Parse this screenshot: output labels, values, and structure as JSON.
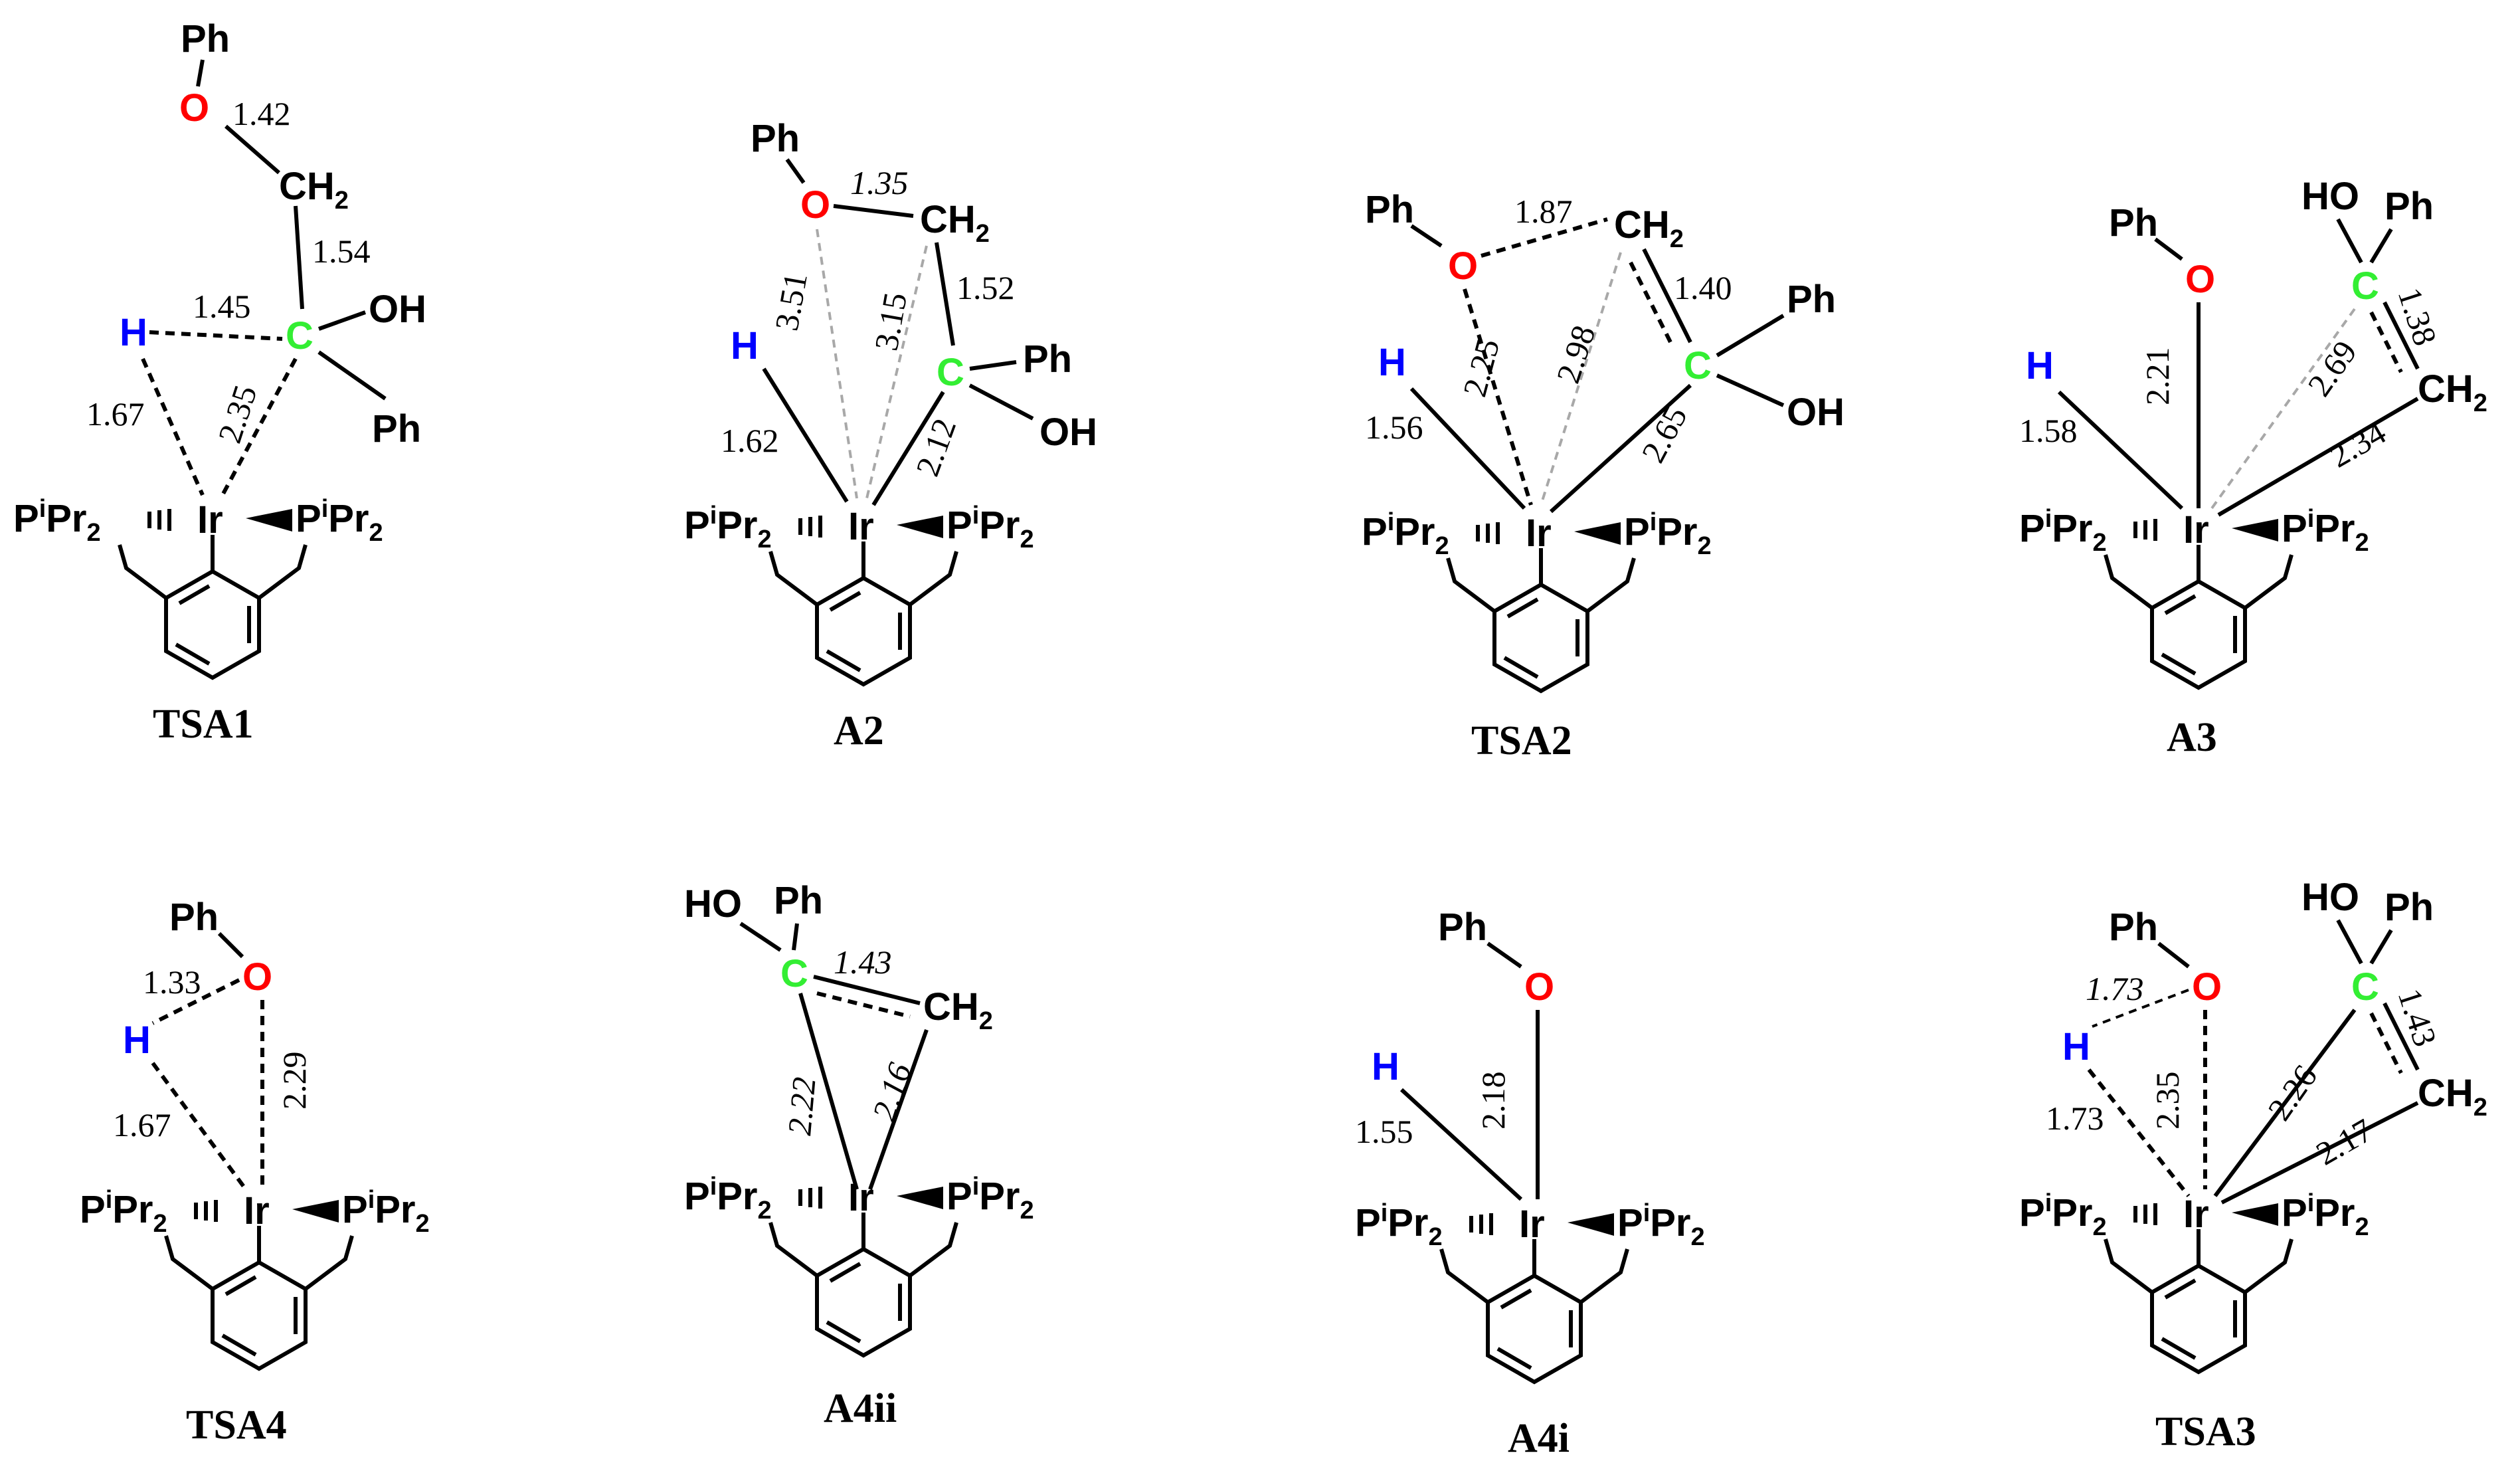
{
  "colors": {
    "oxygen": "#ff0000",
    "hydrogen": "#0000ff",
    "carbon": "#33ee33",
    "bond": "#000000",
    "weak_contact": "#a8a8a8"
  },
  "atoms": {
    "ir": "Ir",
    "o": "O",
    "h": "H",
    "c": "C",
    "ph": "Ph",
    "oh": "OH",
    "ho": "HO",
    "ch2": "CH",
    "ch2_sub": "2",
    "p": "P",
    "p_sup": "i",
    "pr": "Pr",
    "pr_sub": "2"
  },
  "structures": [
    {
      "label": "TSA1",
      "distances": [
        "1.42",
        "1.54",
        "1.45",
        "1.67",
        "2.35"
      ]
    },
    {
      "label": "A2",
      "distances": [
        "1.35",
        "3.51",
        "3.15",
        "1.52",
        "1.62",
        "2.12"
      ]
    },
    {
      "label": "TSA2",
      "distances": [
        "1.87",
        "2.25",
        "2.98",
        "1.40",
        "2.65",
        "1.56"
      ]
    },
    {
      "label": "A3",
      "distances": [
        "1.38",
        "2.21",
        "2.69",
        "2.34",
        "1.58"
      ]
    },
    {
      "label": "TSA4",
      "distances": [
        "1.33",
        "2.29",
        "1.67"
      ]
    },
    {
      "label": "A4ii",
      "distances": [
        "1.43",
        "2.22",
        "2.16"
      ]
    },
    {
      "label": "A4i",
      "distances": [
        "2.18",
        "1.55"
      ]
    },
    {
      "label": "TSA3",
      "distances": [
        "1.73",
        "2.35",
        "2.26",
        "1.43",
        "2.17",
        "1.73"
      ]
    }
  ]
}
